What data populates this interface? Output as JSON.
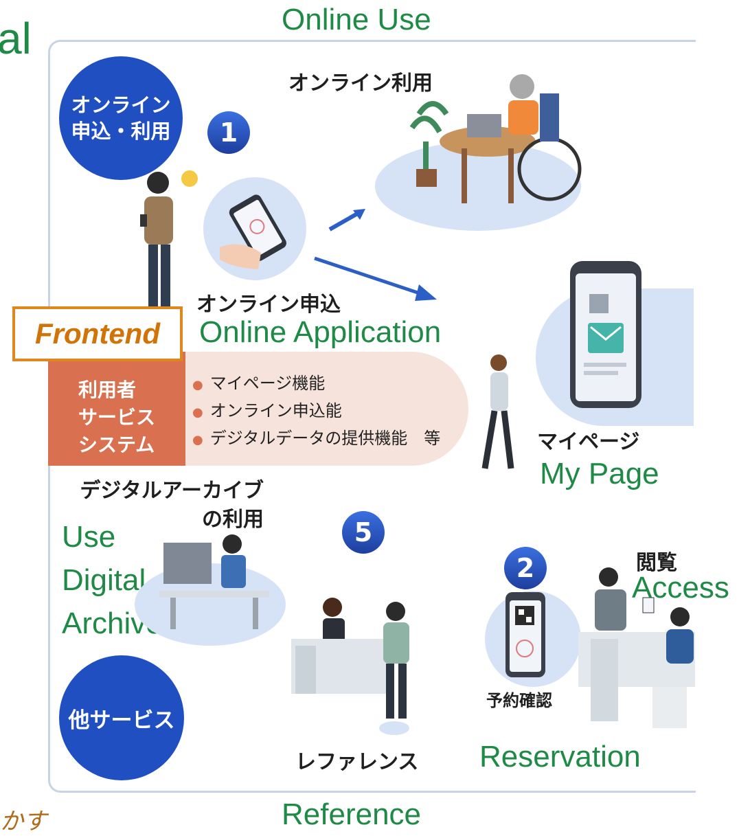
{
  "labels": {
    "online_use": "Online Use",
    "online_use_jp": "オンライン利用",
    "online_apply_circle": "オンライン\n申込・利用",
    "step1": "1",
    "online_application_jp": "オンライン申込",
    "online_application": "Online Application",
    "frontend": "Frontend",
    "user_service_system": "利用者\nサービス\nシステム",
    "features": [
      "マイページ機能",
      "オンライン申込能",
      "デジタルデータの提供機能　等"
    ],
    "mypage_jp": "マイページ",
    "mypage": "My Page",
    "digital_archive_jp": "デジタルアーカイブ\nの利用",
    "use_digital_archive": "Use\nDigital\nArchive",
    "step5": "5",
    "step2": "2",
    "access_jp": "閲覧",
    "access": "Access",
    "reservation_confirm_jp": "予約確認",
    "reservation": "Reservation",
    "other_services": "他サービス",
    "reference_jp": "レファレンス",
    "reference": "Reference",
    "left_edge_fragment": "al",
    "bottom_left_fragment": "かす"
  },
  "colors": {
    "green": "#1e8a46",
    "blue": "#1f4fc0",
    "orange": "#e0861d",
    "salmon": "#d9704f",
    "panel": "#f6e3dc",
    "frame": "#c7d3e6"
  }
}
